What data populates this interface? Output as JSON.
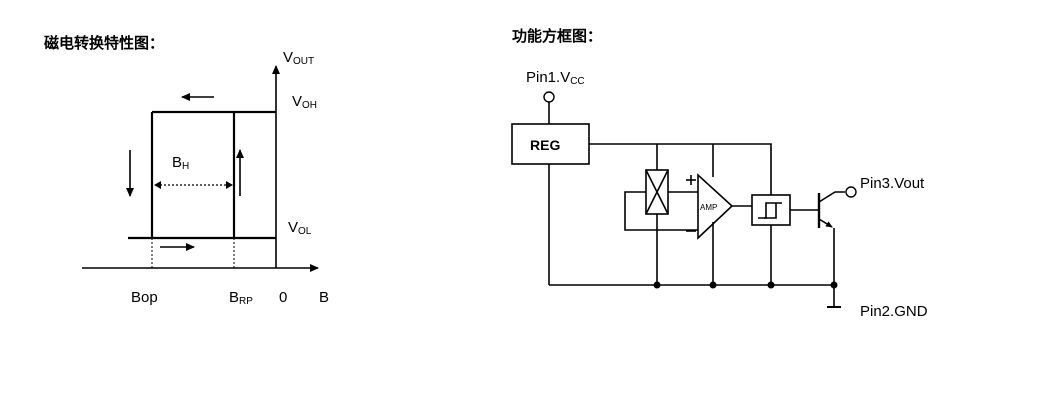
{
  "hysteresis": {
    "title": "磁电转换特性图：",
    "vout_label": "V",
    "vout_sub": "OUT",
    "voh_label": "V",
    "voh_sub": "OH",
    "vol_label": "V",
    "vol_sub": "OL",
    "bh_label": "B",
    "bh_sub": "H",
    "bop_label": "Bop",
    "brp_label": "B",
    "brp_sub": "RP",
    "zero_label": "0",
    "b_axis_label": "B"
  },
  "block_diagram": {
    "title": "功能方框图：",
    "pin1_label": "Pin1.V",
    "pin1_sub": "CC",
    "reg_label": "REG",
    "amp_label": "AMP",
    "pin3_label": "Pin3.Vout",
    "pin2_label": "Pin2.GND"
  }
}
